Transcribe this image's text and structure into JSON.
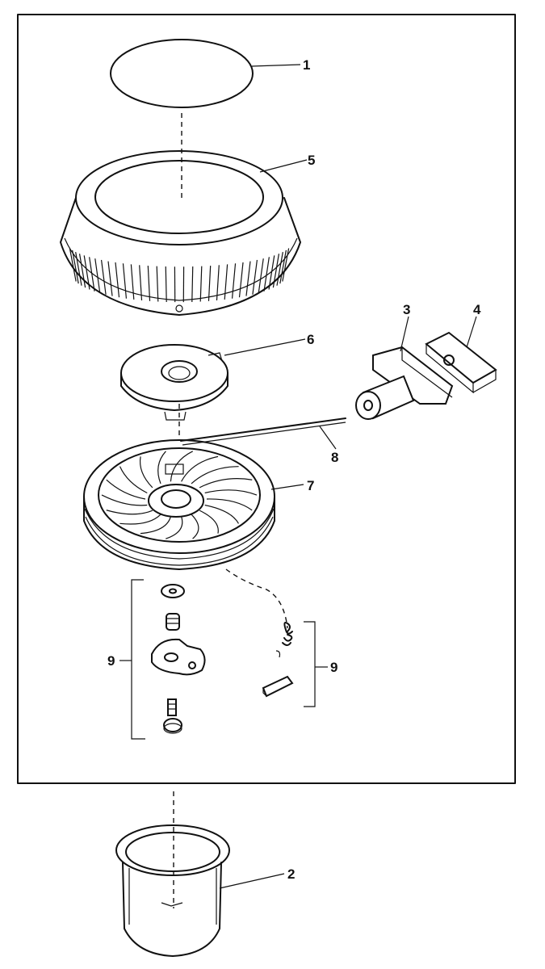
{
  "parts": [
    {
      "id": "cover-disc",
      "label": "1"
    },
    {
      "id": "starter-cup",
      "label": "2"
    },
    {
      "id": "starter-handle",
      "label": "3"
    },
    {
      "id": "handle-insert",
      "label": "4"
    },
    {
      "id": "starter-housing",
      "label": "5"
    },
    {
      "id": "spring-retainer",
      "label": "6"
    },
    {
      "id": "pulley",
      "label": "7"
    },
    {
      "id": "starter-rope",
      "label": "8"
    },
    {
      "id": "pawl-kit-left",
      "label": "9"
    },
    {
      "id": "pawl-kit-right",
      "label": "9"
    }
  ]
}
